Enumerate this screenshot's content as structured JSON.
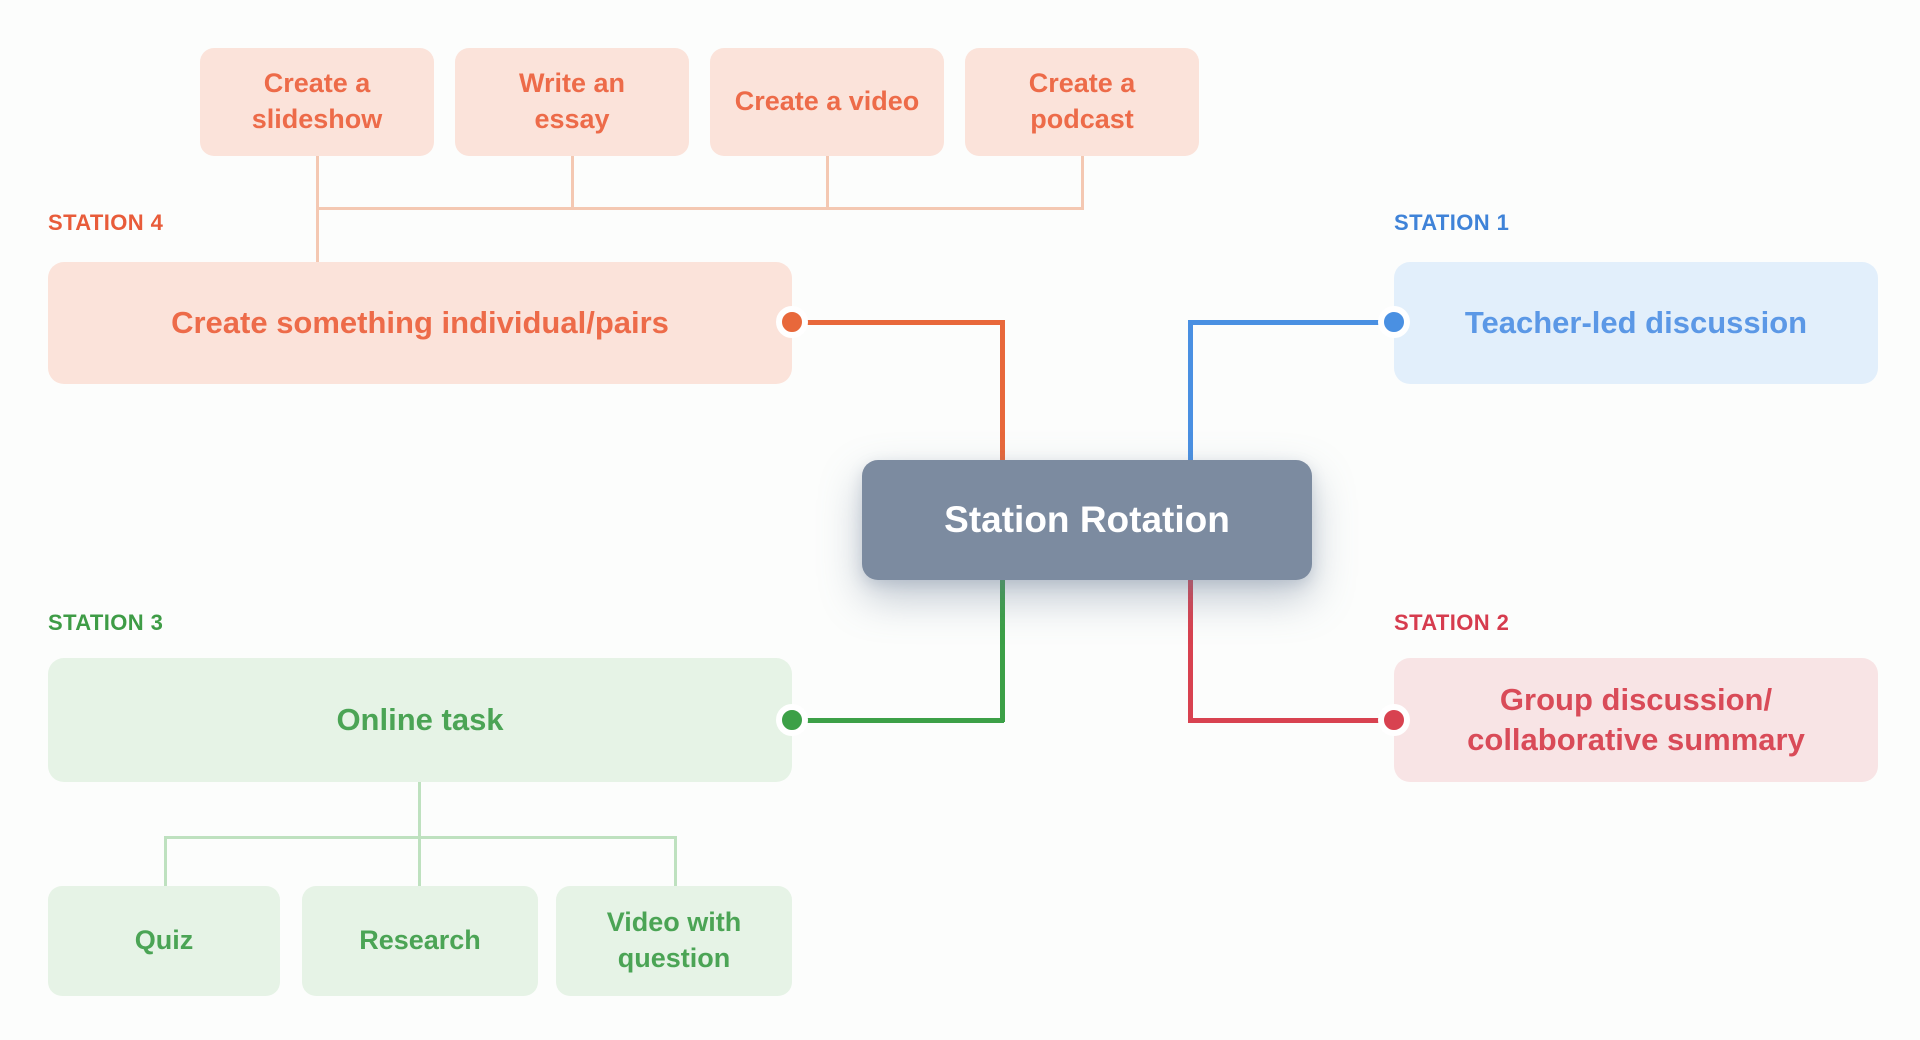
{
  "center": {
    "label": "Station Rotation"
  },
  "stations": [
    {
      "label": "STATION 1",
      "title": "Teacher-led discussion",
      "position": "top-right",
      "accent": "#3F83D8",
      "children": []
    },
    {
      "label": "STATION 2",
      "title": "Group discussion/ collaborative summary",
      "position": "bottom-right",
      "accent": "#D63C4E",
      "children": []
    },
    {
      "label": "STATION 3",
      "title": "Online task",
      "position": "bottom-left",
      "accent": "#3E9C46",
      "children": [
        "Quiz",
        "Research",
        "Video with question"
      ]
    },
    {
      "label": "STATION 4",
      "title": "Create something individual/pairs",
      "position": "top-left",
      "accent": "#E85C3A",
      "children": [
        "Create a slideshow",
        "Write an essay",
        "Create a video",
        "Create a podcast"
      ]
    }
  ],
  "colors": {
    "page-bg": "#FCFDFC",
    "orange-accent": "#E85C3A",
    "orange-text": "#ED6B49",
    "orange-bg": "#FBE3DA",
    "orange-line": "#E8683B",
    "orange-pale": "#F4C8B2",
    "blue-accent": "#3F83D8",
    "blue-text": "#5B98E6",
    "blue-bg": "#E2EFFB",
    "blue-line": "#4A90E2",
    "red-accent": "#D63C4E",
    "red-text": "#D94B58",
    "red-bg": "#F8E4E5",
    "red-line": "#D84250",
    "green-accent": "#3E9C46",
    "green-text": "#4BA455",
    "green-bg": "#E6F3E6",
    "green-line": "#3CA047",
    "green-pale": "#BEE1BF",
    "center-bg": "#7C8BA0",
    "center-text": "#FFFFFF"
  }
}
